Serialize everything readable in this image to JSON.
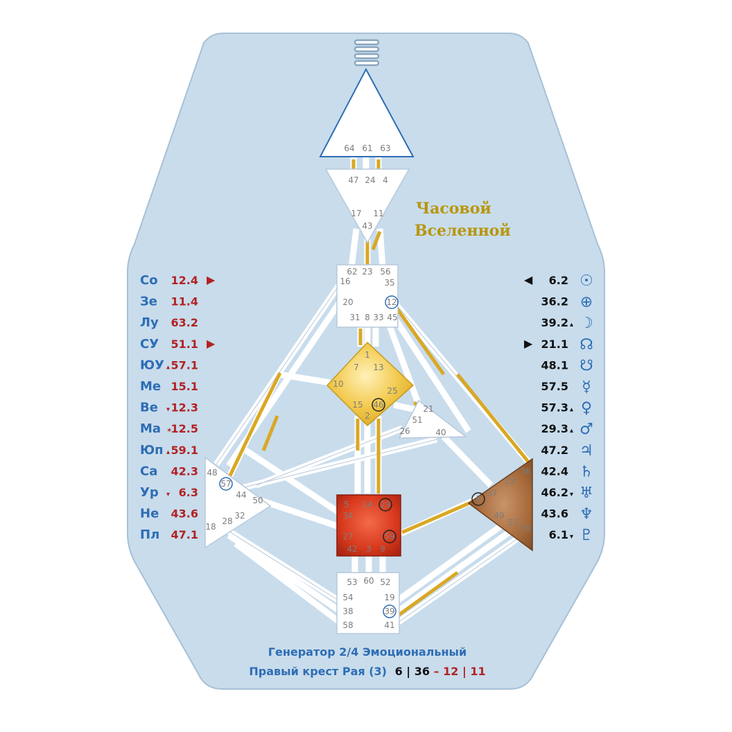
{
  "title": {
    "line1": "Часовой",
    "line2": "Вселенной"
  },
  "personality_column": [
    {
      "name": "Со",
      "value": "12.4",
      "marker": "▶"
    },
    {
      "name": "Зе",
      "value": "11.4",
      "marker": ""
    },
    {
      "name": "Лу",
      "value": "63.2",
      "marker": ""
    },
    {
      "name": "СУ",
      "value": "51.1",
      "marker": "▶"
    },
    {
      "name": "ЮУ",
      "value": "57.1",
      "marker": "▴"
    },
    {
      "name": "Ме",
      "value": "15.1",
      "marker": ""
    },
    {
      "name": "Ве",
      "value": "12.3",
      "marker": "▾"
    },
    {
      "name": "Ма",
      "value": "12.5",
      "marker": "✶"
    },
    {
      "name": "Юп",
      "value": "59.1",
      "marker": "▴"
    },
    {
      "name": "Са",
      "value": "42.3",
      "marker": ""
    },
    {
      "name": "Ур",
      "value": "6.3",
      "marker": "▾"
    },
    {
      "name": "Не",
      "value": "43.6",
      "marker": ""
    },
    {
      "name": "Пл",
      "value": "47.1",
      "marker": ""
    }
  ],
  "design_column": [
    {
      "value": "6.2",
      "marker": "◀",
      "symbol": "☉"
    },
    {
      "value": "36.2",
      "marker": "",
      "symbol": "⊕"
    },
    {
      "value": "39.2",
      "marker": "▴",
      "symbol": "☽"
    },
    {
      "value": "21.1",
      "marker": "▶",
      "symbol": "☊"
    },
    {
      "value": "48.1",
      "marker": "",
      "symbol": "☋"
    },
    {
      "value": "57.5",
      "marker": "",
      "symbol": "☿"
    },
    {
      "value": "57.3",
      "marker": "▴",
      "symbol": "♀"
    },
    {
      "value": "29.3",
      "marker": "▴",
      "symbol": "♂"
    },
    {
      "value": "47.2",
      "marker": "",
      "symbol": "♃"
    },
    {
      "value": "42.4",
      "marker": "",
      "symbol": "♄"
    },
    {
      "value": "46.2",
      "marker": "▾",
      "symbol": "♅"
    },
    {
      "value": "43.6",
      "marker": "",
      "symbol": "♆"
    },
    {
      "value": "6.1",
      "marker": "▾",
      "symbol": "♇"
    }
  ],
  "centers": {
    "head": [
      "64",
      "61",
      "63"
    ],
    "ajna": [
      "47",
      "24",
      "4",
      "17",
      "11",
      "43"
    ],
    "throat": [
      "62",
      "23",
      "56",
      "16",
      "35",
      "20",
      "12",
      "31",
      "8",
      "33",
      "45"
    ],
    "g": [
      "1",
      "7",
      "13",
      "10",
      "25",
      "15",
      "46",
      "2"
    ],
    "heart": [
      "21",
      "51",
      "26",
      "40"
    ],
    "spleen": [
      "48",
      "57",
      "44",
      "50",
      "18",
      "28",
      "32"
    ],
    "sacral": [
      "5",
      "14",
      "29",
      "34",
      "27",
      "59",
      "42",
      "3",
      "9"
    ],
    "solar_plexus": [
      "36",
      "22",
      "6",
      "37",
      "49",
      "55",
      "30"
    ],
    "root": [
      "53",
      "60",
      "52",
      "54",
      "19",
      "38",
      "39",
      "58",
      "41"
    ]
  },
  "footer": {
    "line1": "Генератор 2/4 Эмоциональный",
    "line2_prefix": "Правый крест Рая (3)",
    "cross": [
      "6",
      "36",
      "12",
      "11"
    ]
  },
  "colors": {
    "card": "#c8dcec",
    "card_edge": "#a7c0d6",
    "defined": "#d9a823",
    "g_center": "#f2c94c",
    "sacral": "#d93a1e",
    "solar_plexus": "#a5693a",
    "personality_text": "#b22222",
    "label_blue": "#2e6db4"
  }
}
